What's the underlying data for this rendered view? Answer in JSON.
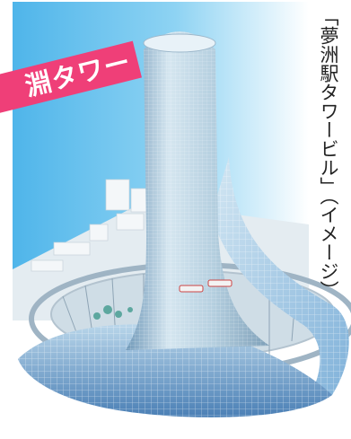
{
  "banner": {
    "text": "淵タワー",
    "color": "#ef3f78"
  },
  "caption": {
    "text": "「夢洲駅タワービル」（イメージ）"
  },
  "image": {
    "subject": "tower-rendering",
    "colors": {
      "sky": "#6fc4ef",
      "glass": "#a9cde2",
      "base": "#6f9fc9",
      "ground": "#d9e3ea"
    }
  }
}
